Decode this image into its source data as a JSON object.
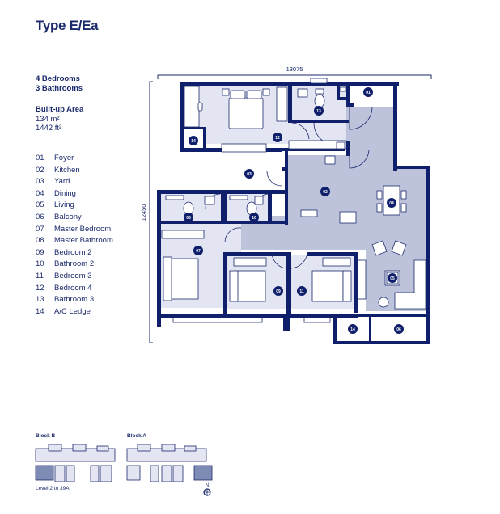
{
  "title": "Type E/Ea",
  "summary": {
    "bedrooms": "4 Bedrooms",
    "bathrooms": "3 Bathrooms"
  },
  "area": {
    "label": "Built-up Area",
    "sqm": "134 m²",
    "sqft": "1442 ft²"
  },
  "legend": [
    {
      "num": "01",
      "name": "Foyer"
    },
    {
      "num": "02",
      "name": "Kitchen"
    },
    {
      "num": "03",
      "name": "Yard"
    },
    {
      "num": "04",
      "name": "Dining"
    },
    {
      "num": "05",
      "name": "Living"
    },
    {
      "num": "06",
      "name": "Balcony"
    },
    {
      "num": "07",
      "name": "Master Bedroom"
    },
    {
      "num": "08",
      "name": "Master Bathroom"
    },
    {
      "num": "09",
      "name": "Bedroom 2"
    },
    {
      "num": "10",
      "name": "Bathroom 2"
    },
    {
      "num": "11",
      "name": "Bedroom 3"
    },
    {
      "num": "12",
      "name": "Bedroom 4"
    },
    {
      "num": "13",
      "name": "Bathroom 3"
    },
    {
      "num": "14",
      "name": "A/C Ledge"
    }
  ],
  "dimensions": {
    "width": "13075",
    "height": "12450"
  },
  "room_tags": {
    "foyer": "01",
    "kitchen": "02",
    "yard": "03",
    "dining": "04",
    "living": "05",
    "balcony": "06",
    "master_bedroom": "07",
    "master_bathroom": "08",
    "bedroom2": "09",
    "bathroom2": "10",
    "bedroom3": "11",
    "bedroom4": "12",
    "bathroom3": "13",
    "ac_ledge_top": "14",
    "ac_ledge_bottom": "14"
  },
  "key_plan": {
    "block_b": "Block B",
    "block_a": "Block A",
    "level": "Level 2 to 39A",
    "north": "N"
  },
  "colors": {
    "wall": "#0f1f6b",
    "room_fill": "#e3e6f2",
    "common_fill": "#bcc3da",
    "highlight": "#7d8bb5"
  }
}
